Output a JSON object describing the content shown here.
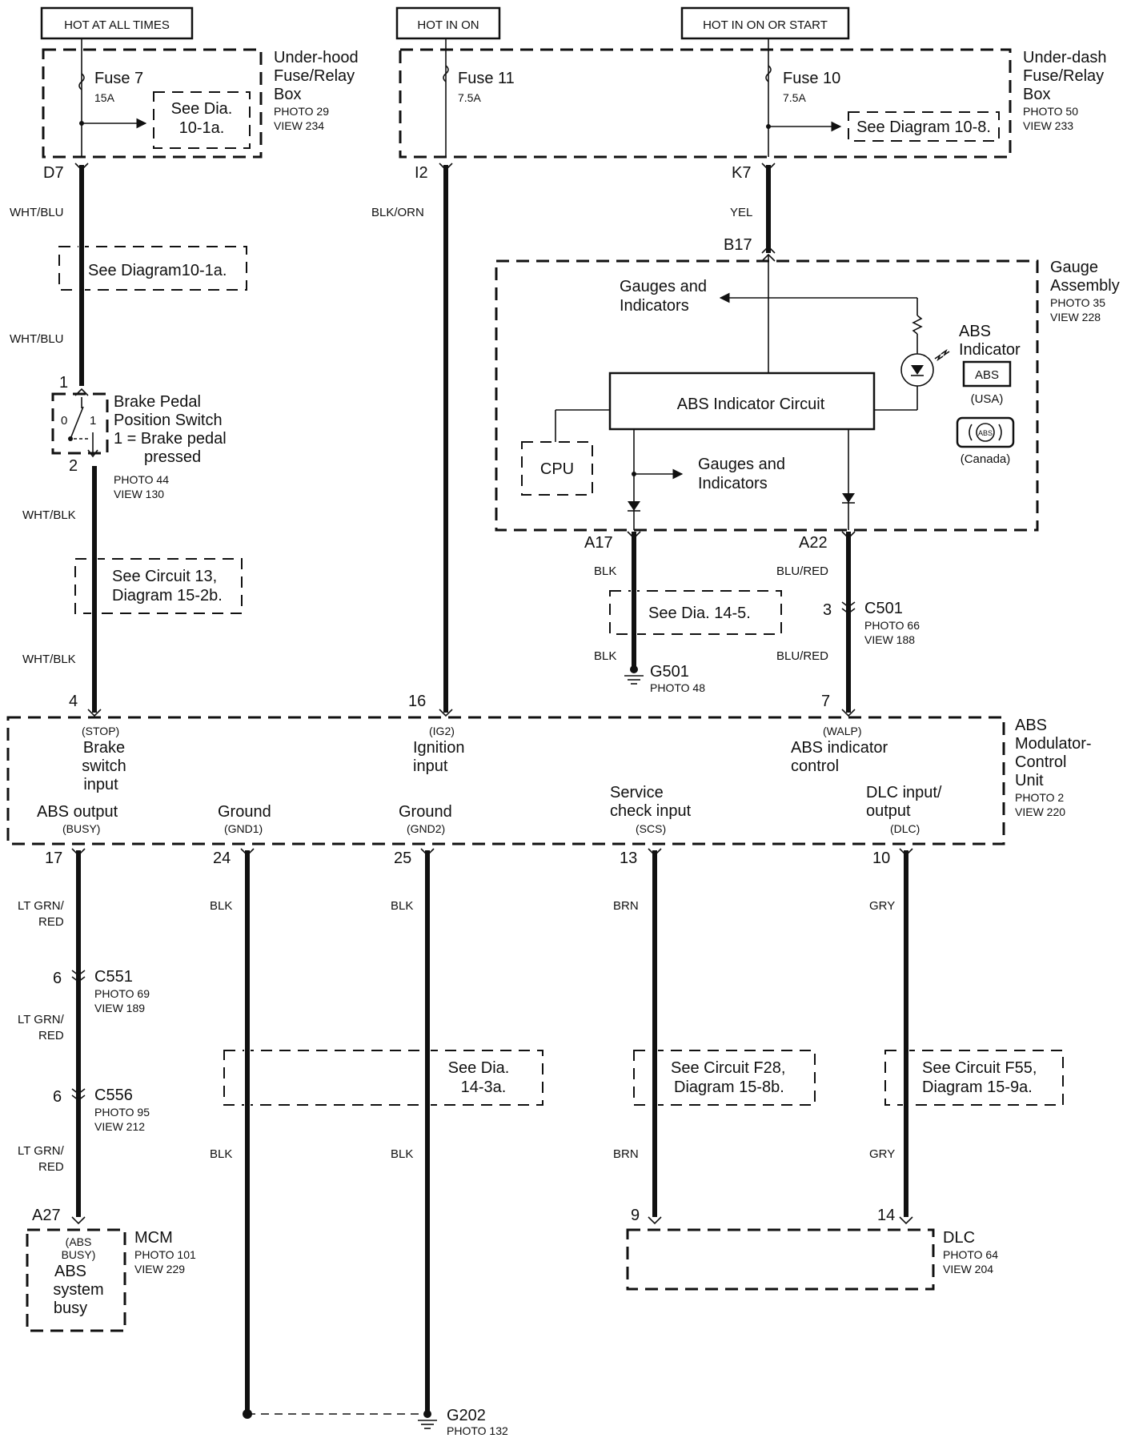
{
  "hot_labels": {
    "always": "HOT AT ALL TIMES",
    "on": "HOT IN ON",
    "on_start": "HOT IN ON OR START"
  },
  "underhood_box": {
    "name": [
      "Under-hood",
      "Fuse/Relay",
      "Box"
    ],
    "photo": "PHOTO 29",
    "view": "VIEW 234",
    "fuse": "Fuse 7",
    "amp": "15A",
    "see": [
      "See Dia.",
      "10-1a."
    ]
  },
  "underdash_box": {
    "name": [
      "Under-dash",
      "Fuse/Relay",
      "Box"
    ],
    "photo": "PHOTO 50",
    "view": "VIEW 233",
    "fuse11": "Fuse 11",
    "amp11": "7.5A",
    "fuse10": "Fuse 10",
    "amp10": "7.5A",
    "see": "See Diagram 10-8."
  },
  "pins_top": {
    "d7": "D7",
    "i2": "I2",
    "k7": "K7",
    "b17": "B17"
  },
  "wire_colors": {
    "wht_blu": "WHT/BLU",
    "blk_orn": "BLK/ORN",
    "yel": "YEL",
    "wht_blk": "WHT/BLK",
    "blk": "BLK",
    "blu_red": "BLU/RED",
    "lt_grn": "LT GRN/",
    "red": "RED",
    "brn": "BRN",
    "gry": "GRY"
  },
  "see_refs": {
    "diag10_1a": "See Diagram10-1a.",
    "circuit13": [
      "See Circuit 13,",
      "Diagram 15-2b."
    ],
    "dia14_5": "See Dia. 14-5.",
    "dia14_3a": [
      "See Dia.",
      "14-3a."
    ],
    "circuitF28": [
      "See Circuit F28,",
      "Diagram 15-8b."
    ],
    "circuitF55": [
      "See Circuit F55,",
      "Diagram 15-9a."
    ]
  },
  "brake_switch": {
    "pin1": "1",
    "pin2": "2",
    "zero": "0",
    "one": "1",
    "name": [
      "Brake Pedal",
      "Position Switch",
      "1 = Brake pedal",
      "pressed"
    ],
    "photo": "PHOTO 44",
    "view": "VIEW 130"
  },
  "gauge": {
    "name": [
      "Gauge",
      "Assembly"
    ],
    "photo": "PHOTO 35",
    "view": "VIEW 228",
    "gauges1": [
      "Gauges and",
      "Indicators"
    ],
    "gauges2": [
      "Gauges and",
      "Indicators"
    ],
    "circuit": "ABS Indicator Circuit",
    "cpu": "CPU",
    "indicator": [
      "ABS",
      "Indicator"
    ],
    "abs_badge": "ABS",
    "usa": "(USA)",
    "canada": "(Canada)",
    "a17": "A17",
    "a22": "A22"
  },
  "c501": {
    "name": "C501",
    "pin": "3",
    "photo": "PHOTO 66",
    "view": "VIEW 188"
  },
  "g501": {
    "name": "G501",
    "photo": "PHOTO 48"
  },
  "modulator": {
    "name": [
      "ABS",
      "Modulator-",
      "Control",
      "Unit"
    ],
    "photo": "PHOTO 2",
    "view": "VIEW 220",
    "pin4": "4",
    "pin16": "16",
    "pin7": "7",
    "stop": "(STOP)",
    "brake_input": [
      "Brake",
      "switch",
      "input"
    ],
    "ig2": "(IG2)",
    "ign_input": [
      "Ignition",
      "input"
    ],
    "walp": "(WALP)",
    "abs_ctrl": [
      "ABS indicator",
      "control"
    ],
    "abs_output": "ABS output",
    "busy": "(BUSY)",
    "ground1": "Ground",
    "gnd1": "(GND1)",
    "ground2": "Ground",
    "gnd2": "(GND2)",
    "service": [
      "Service",
      "check input"
    ],
    "scs": "(SCS)",
    "dlc_io": [
      "DLC input/",
      "output"
    ],
    "dlc": "(DLC)",
    "pin17": "17",
    "pin24": "24",
    "pin25": "25",
    "pin13": "13",
    "pin10": "10"
  },
  "c551": {
    "name": "C551",
    "pin": "6",
    "photo": "PHOTO 69",
    "view": "VIEW 189"
  },
  "c556": {
    "name": "C556",
    "pin": "6",
    "photo": "PHOTO 95",
    "view": "VIEW 212"
  },
  "mcm": {
    "name": "MCM",
    "photo": "PHOTO 101",
    "view": "VIEW 229",
    "pin": "A27",
    "label": [
      "(ABS",
      "BUSY)",
      "ABS",
      "system",
      "busy"
    ]
  },
  "dlc_conn": {
    "name": "DLC",
    "photo": "PHOTO 64",
    "view": "VIEW 204",
    "pin9": "9",
    "pin14": "14"
  },
  "g202": {
    "name": "G202",
    "photo": "PHOTO 132"
  }
}
